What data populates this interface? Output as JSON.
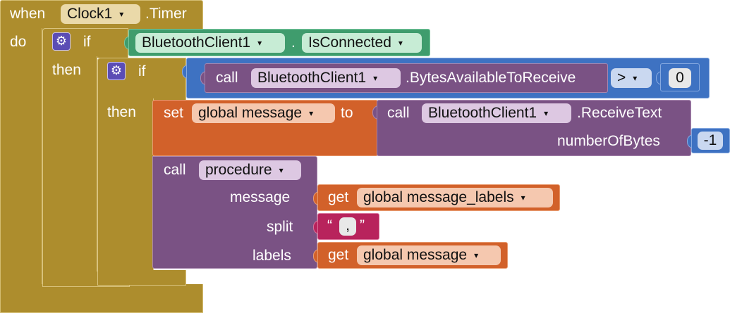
{
  "event": {
    "when": "when",
    "component": "Clock1",
    "event_name": ".Timer",
    "do": "do"
  },
  "if_outer": {
    "if": "if",
    "then": "then",
    "condition": {
      "component": "BluetoothClient1",
      "dot": ".",
      "property": "IsConnected"
    }
  },
  "if_inner": {
    "if": "if",
    "then": "then",
    "compare": {
      "call": "call",
      "component": "BluetoothClient1",
      "method": ".BytesAvailableToReceive",
      "operator": ">",
      "number": "0"
    }
  },
  "set_block": {
    "set": "set",
    "variable": "global message",
    "to": "to",
    "call": "call",
    "component": "BluetoothClient1",
    "method": ".ReceiveText",
    "param_name": "numberOfBytes",
    "param_value": "-1"
  },
  "call_block": {
    "call": "call",
    "procedure": "procedure",
    "arg1_name": "message",
    "arg1_get": "get",
    "arg1_var": "global message_labels",
    "arg2_name": "split",
    "arg2_quote_open": "“",
    "arg2_text": ",",
    "arg2_quote_close": "”",
    "arg3_name": "labels",
    "arg3_get": "get",
    "arg3_var": "global message"
  },
  "colors": {
    "control": "#ad8d2d",
    "bluetooth": "#3f9c6d",
    "math": "#3e72c2",
    "procedure": "#7a5284",
    "variable": "#d2612a",
    "text": "#b8235c"
  },
  "icons": {
    "dropdown": "▾",
    "mutator": "gear-icon"
  }
}
